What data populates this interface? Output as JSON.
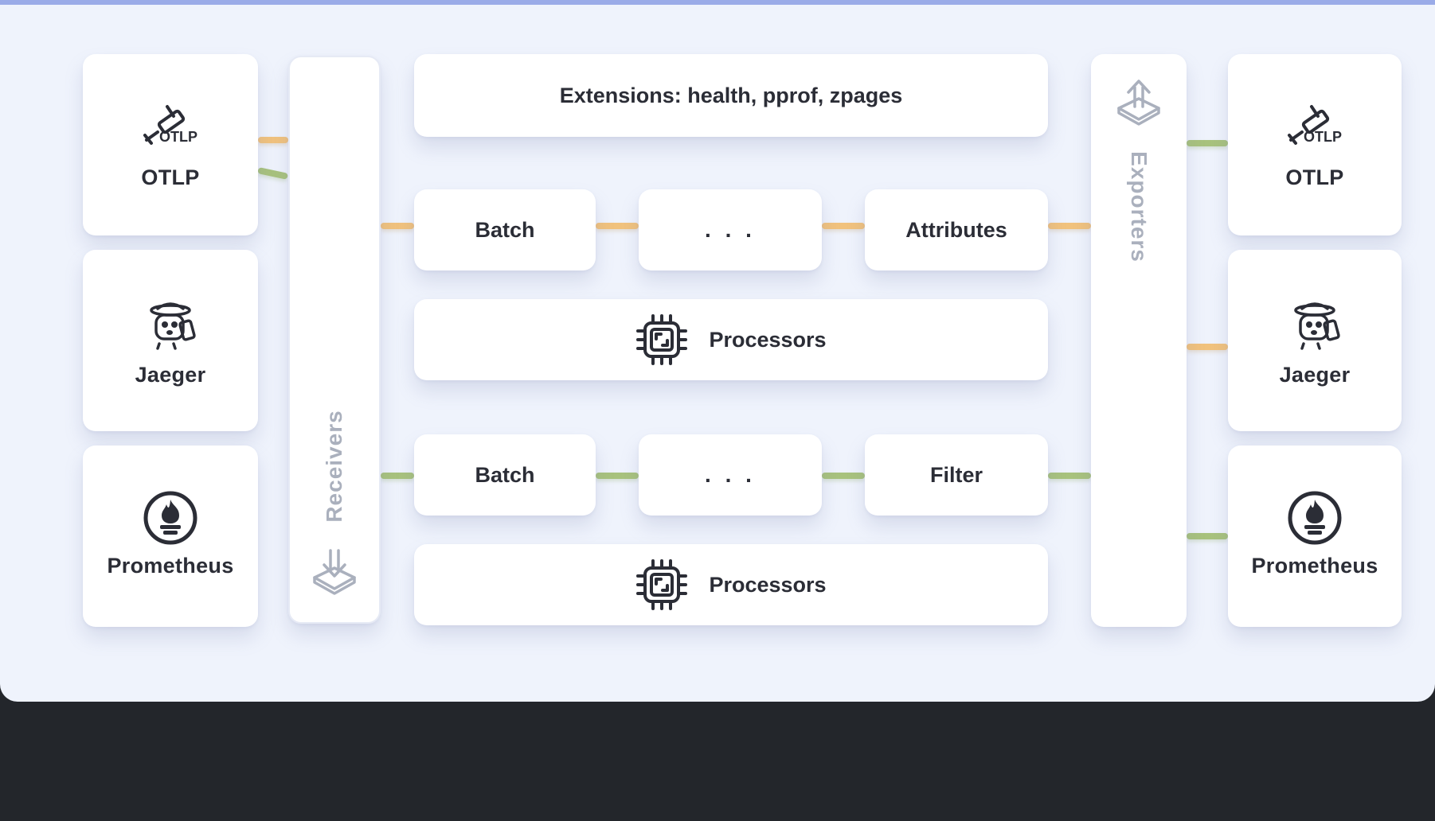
{
  "diagram": {
    "receivers": [
      {
        "label": "OTLP",
        "icon": "otlp-logo-icon"
      },
      {
        "label": "Jaeger",
        "icon": "jaeger-gopher-icon"
      },
      {
        "label": "Prometheus",
        "icon": "prometheus-flame-icon"
      }
    ],
    "receivers_column": {
      "label": "Receivers",
      "icon": "download-tray-icon"
    },
    "extensions": {
      "label": "Extensions: health, pprof, zpages"
    },
    "pipeline1": {
      "first": "Batch",
      "middle": ". . .",
      "last": "Attributes",
      "processors_label": "Processors"
    },
    "pipeline2": {
      "first": "Batch",
      "middle": ". . .",
      "last": "Filter",
      "processors_label": "Processors"
    },
    "exporters_column": {
      "label": "Exporters",
      "icon": "upload-tray-icon"
    },
    "exporters": [
      {
        "label": "OTLP",
        "icon": "otlp-logo-icon"
      },
      {
        "label": "Jaeger",
        "icon": "jaeger-gopher-icon"
      },
      {
        "label": "Prometheus",
        "icon": "prometheus-flame-icon"
      }
    ],
    "colors": {
      "background": "#eff3fc",
      "accent_bar": "#9aabe8",
      "wire_orange": "#f1c27d",
      "wire_green": "#a8c27d",
      "text": "#2b2d36",
      "muted": "#aab0bd",
      "footer": "#23262b"
    }
  }
}
